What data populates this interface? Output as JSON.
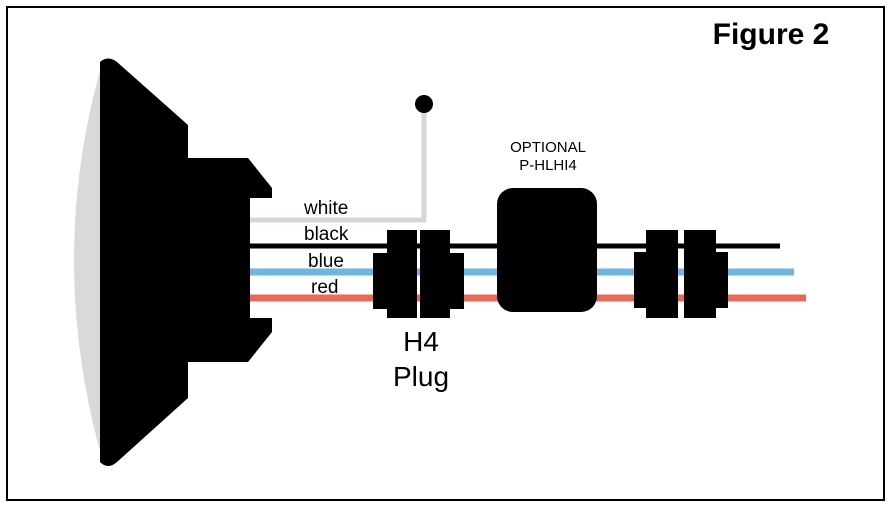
{
  "figure": {
    "title": "Figure 2"
  },
  "wires": [
    {
      "label": "white",
      "color": "#d9d6d4"
    },
    {
      "label": "black",
      "color": "#000000"
    },
    {
      "label": "blue",
      "color": "#6fb5e0"
    },
    {
      "label": "red",
      "color": "#e8695a"
    }
  ],
  "plug": {
    "line1": "H4",
    "line2": "Plug"
  },
  "optional_module": {
    "line1": "OPTIONAL",
    "line2": "P-HLHI4"
  },
  "colors": {
    "frame": "#000000",
    "headlamp_body": "#000000",
    "headlamp_lens": "#d9d9d9",
    "connector": "#000000"
  }
}
